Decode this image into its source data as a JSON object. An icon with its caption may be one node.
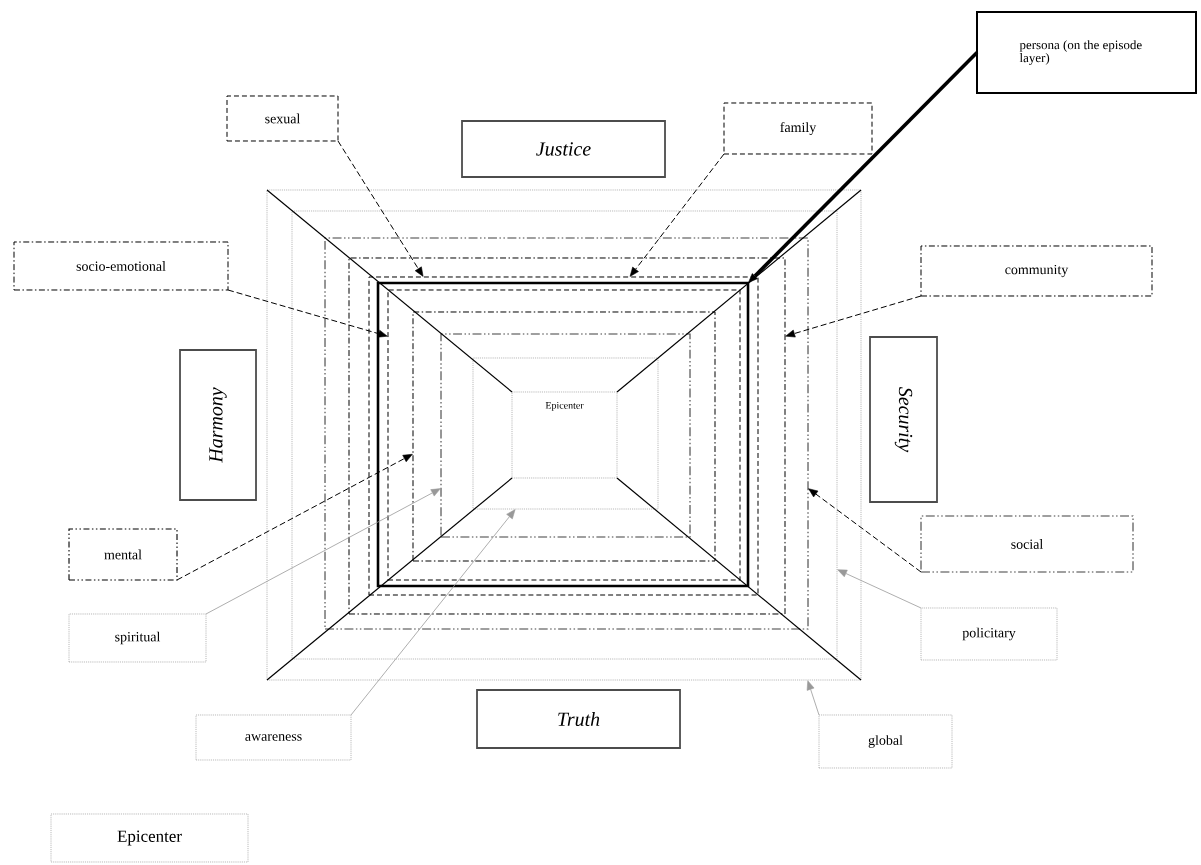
{
  "diagram": {
    "nodes": [
      {
        "text": [],
        "shape": "box"
      },
      {
        "text": [],
        "shape": "box",
        "in": 0
      },
      {
        "text": [],
        "shape": "box",
        "in": 1
      },
      {
        "text": [],
        "shape": "box",
        "in": 2
      },
      {
        "text": [],
        "shape": "box",
        "in": 3
      },
      {
        "text": [],
        "shape": "box",
        "in": 4
      },
      {
        "text": [],
        "shape": "box",
        "in": 5
      },
      {
        "text": [],
        "shape": "box",
        "in": 6
      },
      {
        "text": [],
        "shape": "box",
        "in": 7
      },
      {
        "text": [],
        "shape": "box",
        "in": 8
      },
      {
        "text": [
          "Epicenter"
        ],
        "in": 9
      },
      {
        "text": [
          "persona (on the episode layer)"
        ]
      },
      {
        "text": [
          "sexual"
        ]
      },
      {
        "text": [
          "Justice"
        ]
      },
      {
        "text": [
          "family"
        ]
      },
      {
        "text": [
          "socio-emotional"
        ]
      },
      {
        "text": [
          "community"
        ]
      },
      {
        "text": [
          "Harmony"
        ]
      },
      {
        "text": [
          "Security"
        ]
      },
      {
        "text": [
          "mental"
        ]
      },
      {
        "text": [
          "social"
        ]
      },
      {
        "text": [
          "spiritual"
        ]
      },
      {
        "text": [
          "policitary"
        ]
      },
      {
        "text": [
          "Truth"
        ]
      },
      {
        "text": [
          "awareness"
        ]
      },
      {
        "text": [
          "global"
        ]
      },
      {
        "text": [
          "Epicenter"
        ]
      }
    ],
    "edges": [
      {
        "from": 11,
        "to": 5,
        "arrow": "to",
        "style": "thick"
      },
      {
        "from": 12,
        "to": 4,
        "arrow": "to",
        "style": "dashed"
      },
      {
        "from": 14,
        "to": 4,
        "arrow": "to",
        "style": "dashed"
      },
      {
        "from": 15,
        "to": 6,
        "arrow": "to",
        "style": "dashed"
      },
      {
        "from": 16,
        "to": 3,
        "arrow": "to",
        "style": "dashed"
      },
      {
        "from": 19,
        "to": 7,
        "arrow": "to",
        "style": "dashed"
      },
      {
        "from": 20,
        "to": 2,
        "arrow": "to",
        "style": "dashed"
      },
      {
        "from": 21,
        "to": 8,
        "arrow": "to",
        "color": "#999999"
      },
      {
        "from": 22,
        "to": 1,
        "arrow": "to",
        "color": "#999999"
      },
      {
        "from": 24,
        "to": 9,
        "arrow": "to",
        "color": "#999999"
      },
      {
        "from": 25,
        "to": 0,
        "arrow": "to",
        "color": "#999999"
      }
    ]
  }
}
